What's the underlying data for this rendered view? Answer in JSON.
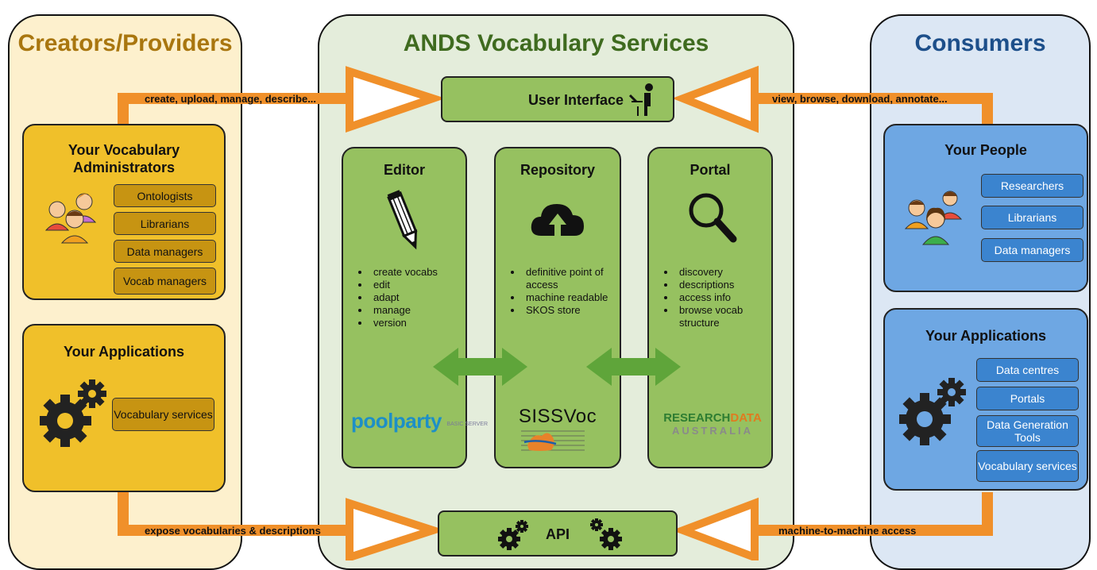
{
  "colors": {
    "arrow": "#f0902a",
    "creators_bg": "#fdf0cd",
    "vocab_bg": "#e4eddb",
    "consumers_bg": "#dce7f4",
    "yellow_box": "#f0c02a",
    "green_box": "#96c160",
    "blue_box": "#6ea7e3"
  },
  "creators": {
    "title": "Creators/Providers",
    "admins": {
      "title": "Your Vocabulary Administrators",
      "tags": [
        "Ontologists",
        "Librarians",
        "Data managers",
        "Vocab managers"
      ]
    },
    "apps": {
      "title": "Your Applications",
      "tags": [
        "Vocabulary services"
      ]
    }
  },
  "vocab": {
    "title": "ANDS Vocabulary Services",
    "ui": "User Interface",
    "api": "API",
    "editor": {
      "title": "Editor",
      "items": [
        "create vocabs",
        "edit",
        "adapt",
        "manage",
        "version"
      ],
      "logo": "poolparty",
      "logo_sub": "BASIC SERVER"
    },
    "repository": {
      "title": "Repository",
      "items": [
        "definitive point of access",
        "machine readable",
        "SKOS store"
      ],
      "logo": "SISSVoc"
    },
    "portal": {
      "title": "Portal",
      "items": [
        "discovery",
        "descriptions",
        "access info",
        "browse vocab structure"
      ],
      "logo_1": "RESEARCH",
      "logo_2": "DATA",
      "logo_3": "AUSTRALIA"
    }
  },
  "consumers": {
    "title": "Consumers",
    "people": {
      "title": "Your People",
      "tags": [
        "Researchers",
        "Librarians",
        "Data managers"
      ]
    },
    "apps": {
      "title": "Your Applications",
      "tags": [
        "Data centres",
        "Portals",
        "Data Generation Tools",
        "Vocabulary services"
      ]
    }
  },
  "arrows": {
    "top_left": "create, upload, manage, describe...",
    "top_right": "view, browse, download, annotate...",
    "bottom_left": "expose vocabularies & descriptions",
    "bottom_right": "machine-to-machine access"
  }
}
